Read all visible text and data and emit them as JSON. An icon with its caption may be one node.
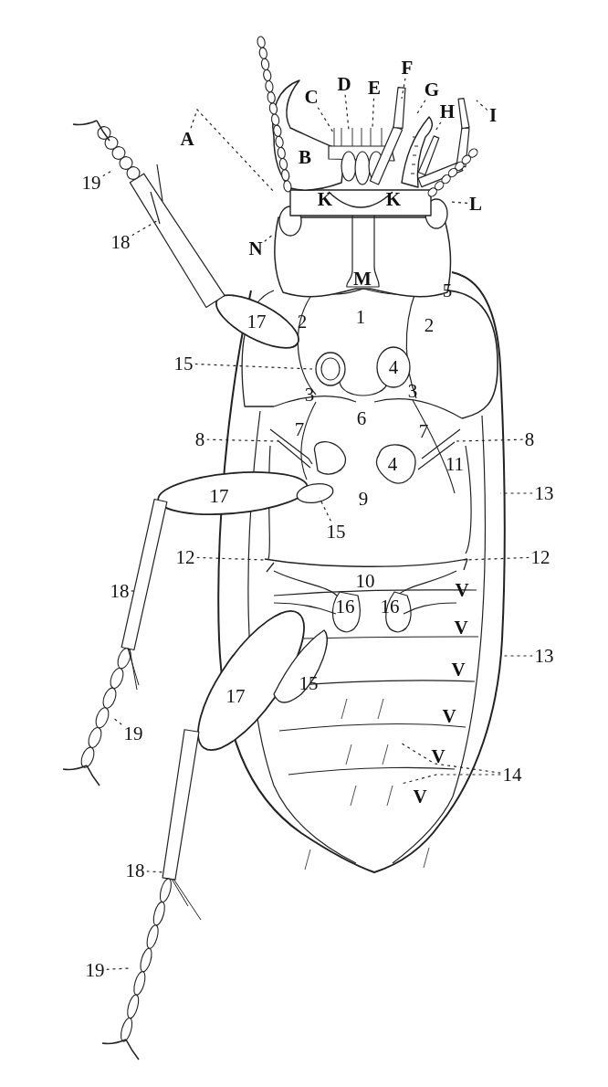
{
  "diagram": {
    "nodes": [
      {
        "text": [
          "A"
        ]
      },
      {
        "text": [
          "C"
        ]
      },
      {
        "text": [
          "D"
        ]
      },
      {
        "text": [
          "E"
        ]
      },
      {
        "text": [
          "F"
        ]
      },
      {
        "text": [
          "G"
        ]
      },
      {
        "text": [
          "H"
        ]
      },
      {
        "text": [
          "I"
        ]
      },
      {
        "text": [
          "19"
        ]
      },
      {
        "text": [
          "L"
        ]
      },
      {
        "text": [
          "18"
        ]
      },
      {
        "text": [
          "N"
        ]
      },
      {
        "text": [
          "15"
        ]
      },
      {
        "text": [
          "8"
        ]
      },
      {
        "text": [
          "8"
        ]
      },
      {
        "text": [
          "13"
        ]
      },
      {
        "text": [
          "15"
        ]
      },
      {
        "text": [
          "12"
        ]
      },
      {
        "text": [
          "12"
        ]
      },
      {
        "text": [
          "18"
        ]
      },
      {
        "text": [
          "13"
        ]
      },
      {
        "text": [
          "19"
        ]
      },
      {
        "text": [
          "14"
        ]
      },
      {
        "text": [
          "18"
        ]
      },
      {
        "text": [
          "19"
        ]
      }
    ],
    "edges": [
      {
        "from": 0,
        "to": null,
        "arrow": "none"
      },
      {
        "from": 1,
        "to": null,
        "arrow": "none"
      },
      {
        "from": 2,
        "to": null,
        "arrow": "none"
      },
      {
        "from": 3,
        "to": null,
        "arrow": "none"
      },
      {
        "from": 4,
        "to": null,
        "arrow": "none"
      },
      {
        "from": 5,
        "to": null,
        "arrow": "none"
      },
      {
        "from": 6,
        "to": null,
        "arrow": "none"
      },
      {
        "from": 7,
        "to": null,
        "arrow": "none"
      },
      {
        "from": 8,
        "to": null,
        "arrow": "none"
      },
      {
        "from": 9,
        "to": null,
        "arrow": "none"
      },
      {
        "from": 10,
        "to": null,
        "arrow": "none"
      },
      {
        "from": 11,
        "to": null,
        "arrow": "none"
      },
      {
        "from": 12,
        "to": null,
        "arrow": "none"
      },
      {
        "from": 13,
        "to": null,
        "arrow": "none"
      },
      {
        "from": 14,
        "to": null,
        "arrow": "none"
      },
      {
        "from": 15,
        "to": null,
        "arrow": "none"
      },
      {
        "from": 16,
        "to": null,
        "arrow": "none"
      },
      {
        "from": 17,
        "to": null,
        "arrow": "none"
      },
      {
        "from": 18,
        "to": null,
        "arrow": "none"
      },
      {
        "from": 19,
        "to": null,
        "arrow": "none"
      },
      {
        "from": 20,
        "to": null,
        "arrow": "none"
      },
      {
        "from": 21,
        "to": null,
        "arrow": "none"
      },
      {
        "from": 22,
        "to": null,
        "arrow": "none"
      },
      {
        "from": 22,
        "to": null,
        "arrow": "none"
      },
      {
        "from": 23,
        "to": null,
        "arrow": "none"
      },
      {
        "from": 24,
        "to": null,
        "arrow": "none"
      }
    ],
    "labels": [
      "B",
      "K",
      "K",
      "M",
      "5",
      "17",
      "2",
      "1",
      "2",
      "4",
      "3",
      "3",
      "6",
      "7",
      "7",
      "4",
      "11",
      "17",
      "9",
      "10",
      "V",
      "16",
      "16",
      "V",
      "V",
      "17",
      "15",
      "V",
      "V",
      "V"
    ]
  }
}
